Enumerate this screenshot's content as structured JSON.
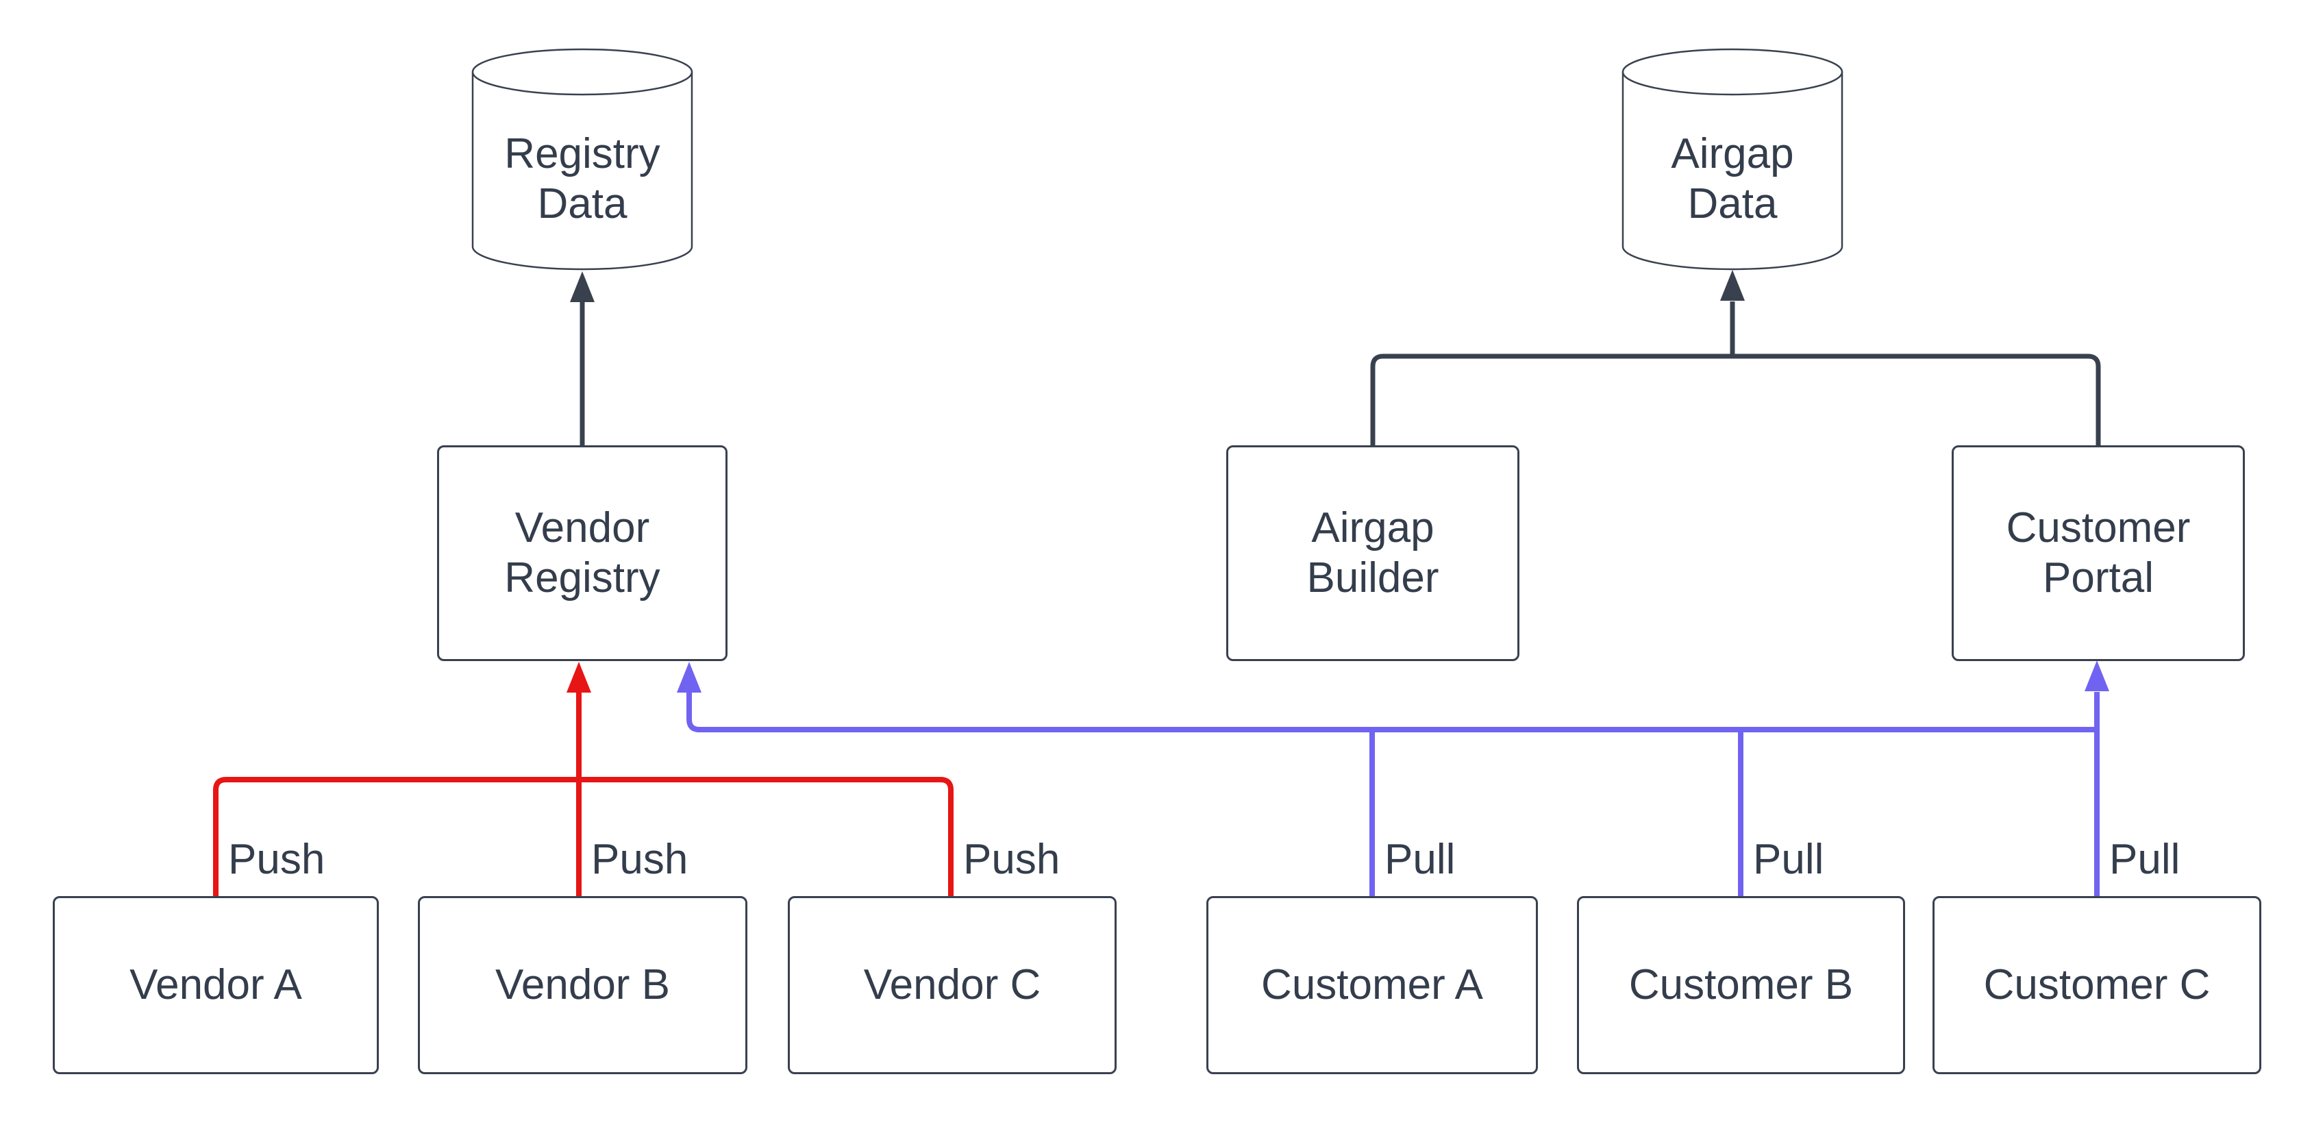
{
  "diagram": {
    "background": "#ffffff",
    "colors": {
      "neutral_ink": "#39414f",
      "text": "#343d4c",
      "push_edge": "#e81515",
      "pull_edge": "#7163f1",
      "node_fill": "#ffffff"
    },
    "databases": [
      {
        "label": "Registry\nData"
      },
      {
        "label": "Airgap\nData"
      }
    ],
    "services": [
      {
        "label": "Vendor\nRegistry"
      },
      {
        "label": "Airgap\nBuilder"
      },
      {
        "label": "Customer\nPortal"
      }
    ],
    "vendors": [
      {
        "label": "Vendor A"
      },
      {
        "label": "Vendor B"
      },
      {
        "label": "Vendor C"
      }
    ],
    "customers": [
      {
        "label": "Customer A"
      },
      {
        "label": "Customer B"
      },
      {
        "label": "Customer C"
      }
    ],
    "edge_labels": {
      "push": [
        "Push",
        "Push",
        "Push"
      ],
      "pull": [
        "Pull",
        "Pull",
        "Pull"
      ]
    }
  }
}
